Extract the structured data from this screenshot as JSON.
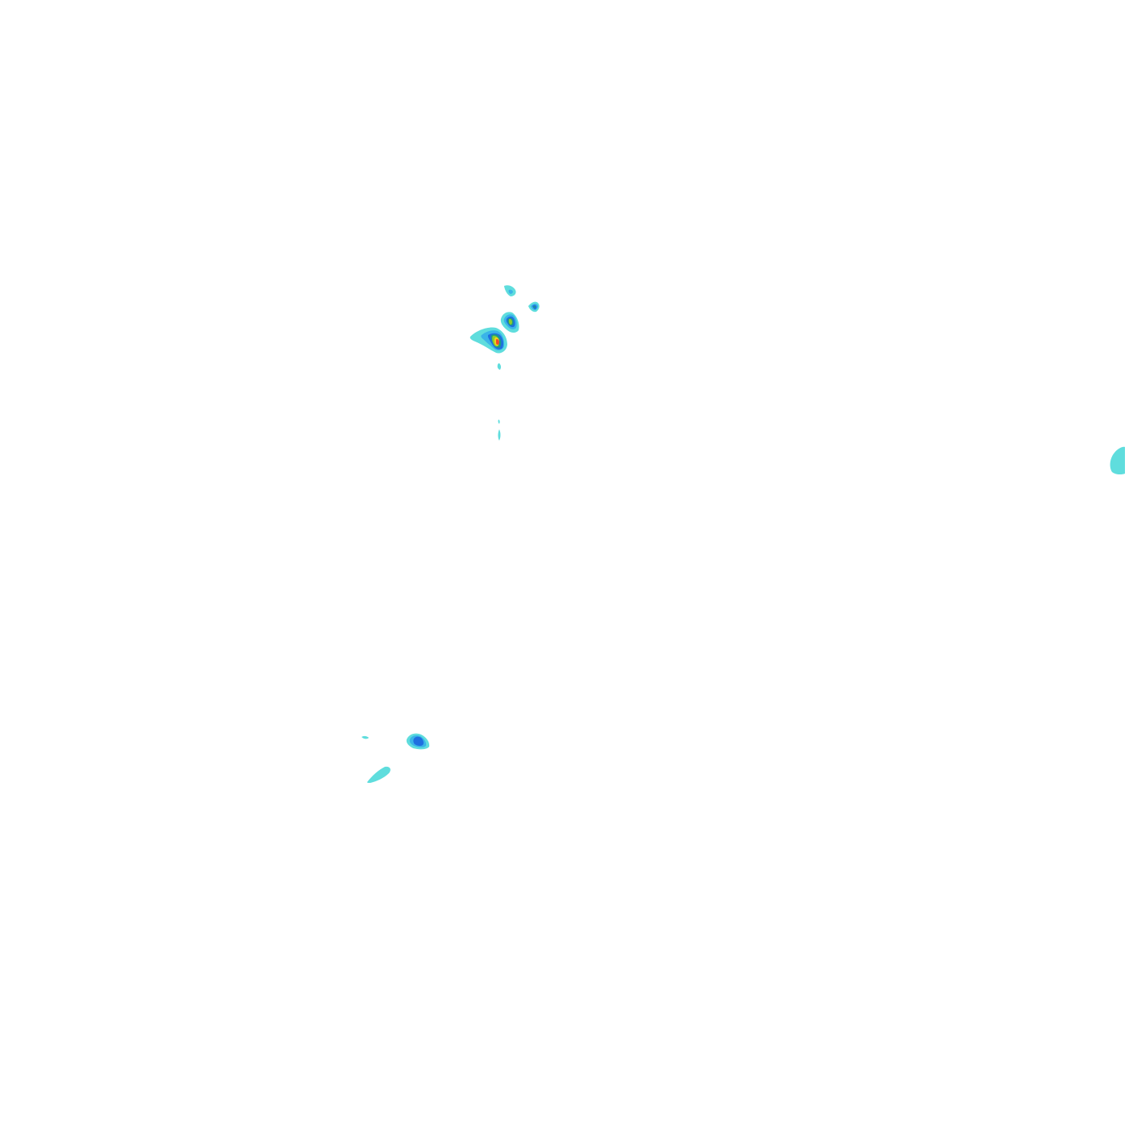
{
  "map": {
    "background": "#ffffff",
    "palette": {
      "level_1": "#5fdddd",
      "level_2": "#3ab4e8",
      "level_3": "#1f6fe0",
      "level_4": "#1d9a86",
      "level_5": "#8ccc2c",
      "level_6": "#f2d21a",
      "level_7": "#f04a2a"
    },
    "cells": [
      {
        "id": "northern-cluster-main",
        "levels": 7
      },
      {
        "id": "northern-cluster-mid",
        "levels": 5
      },
      {
        "id": "northern-cluster-east",
        "levels": 4
      },
      {
        "id": "northern-cluster-top",
        "levels": 2
      },
      {
        "id": "trail-speck-1",
        "levels": 1
      },
      {
        "id": "trail-speck-2",
        "levels": 1
      },
      {
        "id": "trail-speck-3",
        "levels": 1
      },
      {
        "id": "southwest-cell-main",
        "levels": 3
      },
      {
        "id": "southwest-cell-streak",
        "levels": 1
      },
      {
        "id": "southwest-speck",
        "levels": 1
      },
      {
        "id": "east-edge-cell",
        "levels": 1
      }
    ]
  }
}
